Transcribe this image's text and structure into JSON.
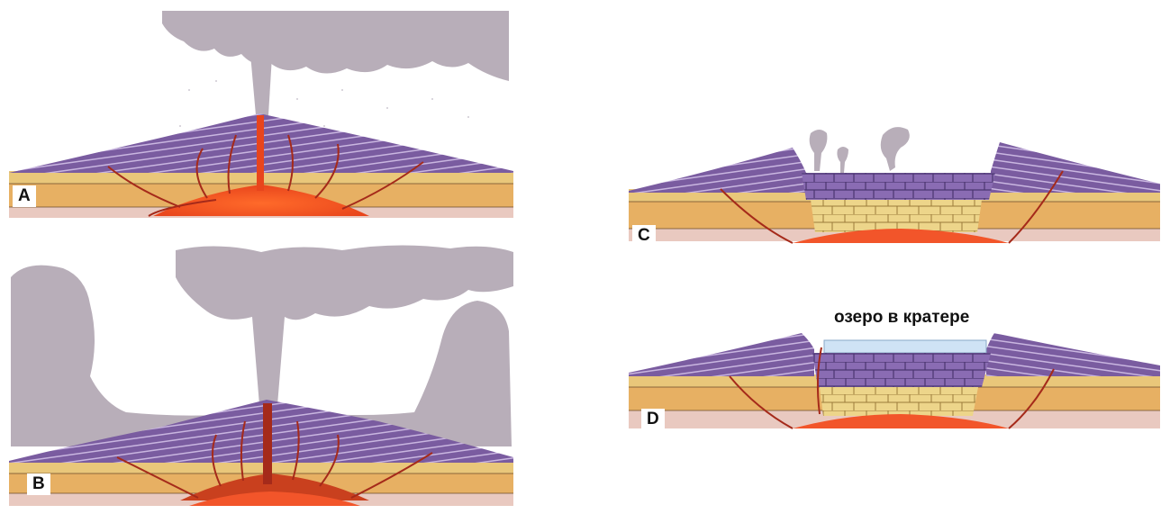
{
  "panels": [
    {
      "id": "A",
      "label": "A"
    },
    {
      "id": "B",
      "label": "B"
    },
    {
      "id": "C",
      "label": "C"
    },
    {
      "id": "D",
      "label": "D",
      "caption": "озеро в кратере"
    }
  ],
  "colors": {
    "ash_cloud": "#b8aeb9",
    "volcano_layers": "#7a5ca0",
    "layer_lines": "#c9b6e0",
    "sediment_top": "#e9c77a",
    "sediment_mid": "#e7b063",
    "sediment_bottom": "#e9c9c0",
    "magma": "#f2552a",
    "dikes": "#a52a1a",
    "lake": "#cfe3f5"
  }
}
